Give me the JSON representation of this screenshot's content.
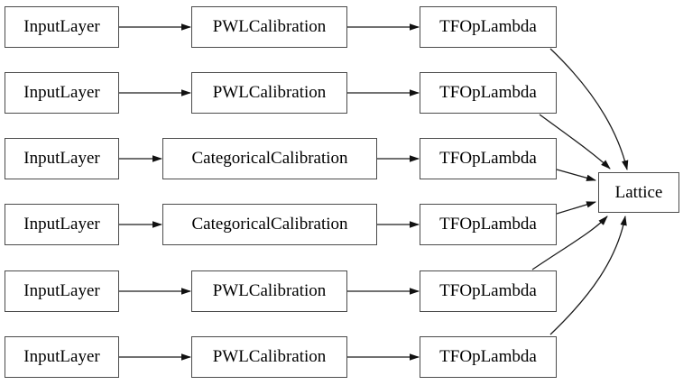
{
  "diagram": {
    "type": "graph",
    "description": "Model architecture graph: six input branches converging into a Lattice node",
    "colors": {
      "background": "#ffffff",
      "node_border": "#4b4b4b",
      "node_fill": "#ffffff",
      "edge": "#1c1c1c",
      "text": "#000000"
    },
    "nodes": [
      {
        "id": "input-1",
        "label": "InputLayer"
      },
      {
        "id": "pwl-1",
        "label": "PWLCalibration"
      },
      {
        "id": "lambda-1",
        "label": "TFOpLambda"
      },
      {
        "id": "input-2",
        "label": "InputLayer"
      },
      {
        "id": "pwl-2",
        "label": "PWLCalibration"
      },
      {
        "id": "lambda-2",
        "label": "TFOpLambda"
      },
      {
        "id": "input-3",
        "label": "InputLayer"
      },
      {
        "id": "catcal-3",
        "label": "CategoricalCalibration"
      },
      {
        "id": "lambda-3",
        "label": "TFOpLambda"
      },
      {
        "id": "input-4",
        "label": "InputLayer"
      },
      {
        "id": "catcal-4",
        "label": "CategoricalCalibration"
      },
      {
        "id": "lambda-4",
        "label": "TFOpLambda"
      },
      {
        "id": "input-5",
        "label": "InputLayer"
      },
      {
        "id": "pwl-5",
        "label": "PWLCalibration"
      },
      {
        "id": "lambda-5",
        "label": "TFOpLambda"
      },
      {
        "id": "input-6",
        "label": "InputLayer"
      },
      {
        "id": "pwl-6",
        "label": "PWLCalibration"
      },
      {
        "id": "lambda-6",
        "label": "TFOpLambda"
      },
      {
        "id": "lattice",
        "label": "Lattice"
      }
    ],
    "edges": [
      {
        "from": "input-1",
        "to": "pwl-1"
      },
      {
        "from": "pwl-1",
        "to": "lambda-1"
      },
      {
        "from": "input-2",
        "to": "pwl-2"
      },
      {
        "from": "pwl-2",
        "to": "lambda-2"
      },
      {
        "from": "input-3",
        "to": "catcal-3"
      },
      {
        "from": "catcal-3",
        "to": "lambda-3"
      },
      {
        "from": "input-4",
        "to": "catcal-4"
      },
      {
        "from": "catcal-4",
        "to": "lambda-4"
      },
      {
        "from": "input-5",
        "to": "pwl-5"
      },
      {
        "from": "pwl-5",
        "to": "lambda-5"
      },
      {
        "from": "input-6",
        "to": "pwl-6"
      },
      {
        "from": "pwl-6",
        "to": "lambda-6"
      },
      {
        "from": "lambda-1",
        "to": "lattice"
      },
      {
        "from": "lambda-2",
        "to": "lattice"
      },
      {
        "from": "lambda-3",
        "to": "lattice"
      },
      {
        "from": "lambda-4",
        "to": "lattice"
      },
      {
        "from": "lambda-5",
        "to": "lattice"
      },
      {
        "from": "lambda-6",
        "to": "lattice"
      }
    ]
  }
}
